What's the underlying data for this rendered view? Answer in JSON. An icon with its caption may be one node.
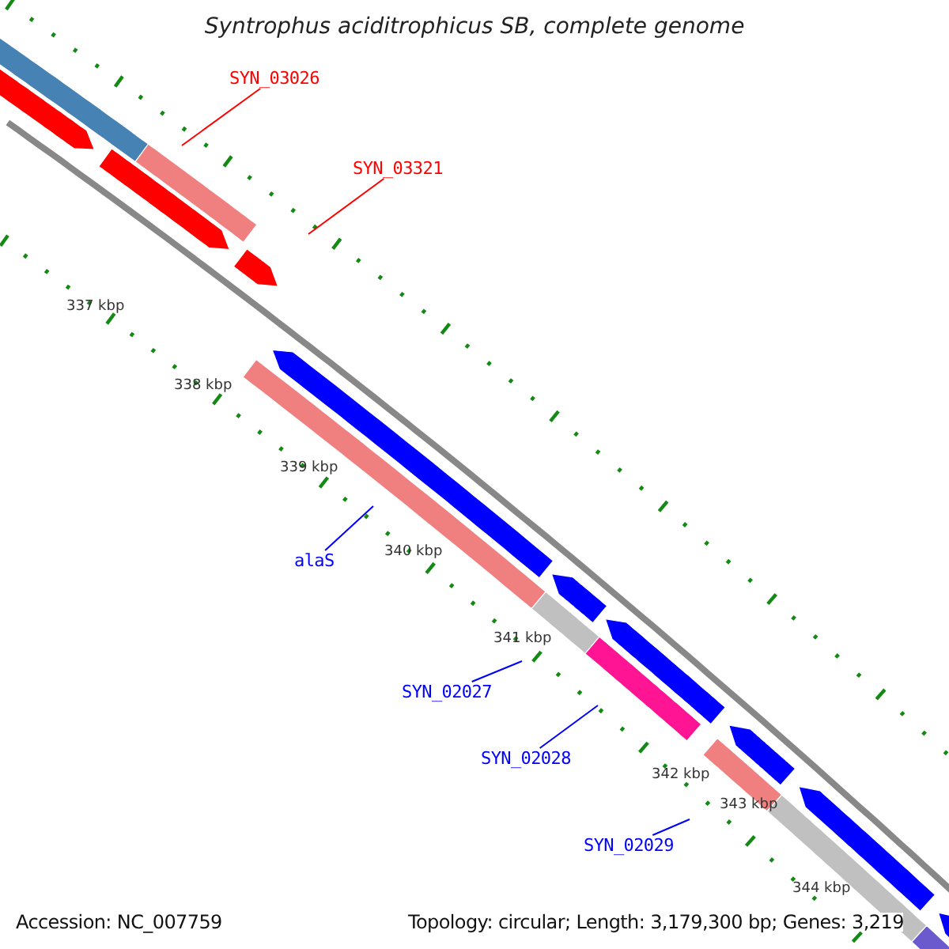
{
  "diagram": {
    "title": "Syntrophus aciditrophicus SB, complete genome",
    "nodes": [
      {
        "text": [
          "SYN_03026"
        ]
      },
      {
        "text": [
          "SYN_03321"
        ]
      },
      {
        "text": [
          "alaS"
        ]
      },
      {
        "text": [
          "SYN_02027"
        ]
      },
      {
        "text": [
          "SYN_02028"
        ]
      },
      {
        "text": [
          "SYN_02029"
        ]
      }
    ],
    "edges": [
      {
        "from": 0,
        "to": null,
        "arrow": "none",
        "color": "#ff0000"
      },
      {
        "from": 1,
        "to": null,
        "arrow": "none",
        "color": "#ff0000"
      },
      {
        "from": 2,
        "to": null,
        "arrow": "none"
      },
      {
        "from": 3,
        "to": null,
        "arrow": "none"
      },
      {
        "from": 4,
        "to": null,
        "arrow": "none"
      },
      {
        "from": 5,
        "to": null,
        "arrow": "none"
      }
    ],
    "labels": [
      "337 kbp",
      "338 kbp",
      "339 kbp",
      "340 kbp",
      "341 kbp",
      "342 kbp",
      "343 kbp",
      "344 kbp",
      "Accession: NC_007759",
      "Topology: circular; Length: 3,179,300 bp; Genes: 3,219"
    ]
  }
}
